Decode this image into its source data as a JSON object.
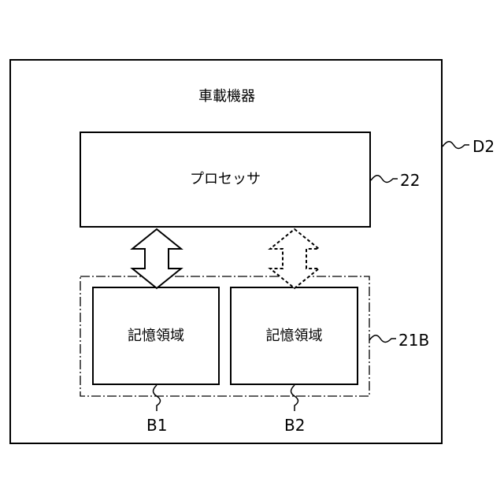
{
  "device": {
    "title": "車載機器",
    "ref": "D2"
  },
  "processor": {
    "label": "プロセッサ",
    "ref": "22"
  },
  "storage": {
    "ref": "21B",
    "areas": [
      {
        "label": "記憶領域",
        "ref": "B1"
      },
      {
        "label": "記憶領域",
        "ref": "B2"
      }
    ]
  }
}
